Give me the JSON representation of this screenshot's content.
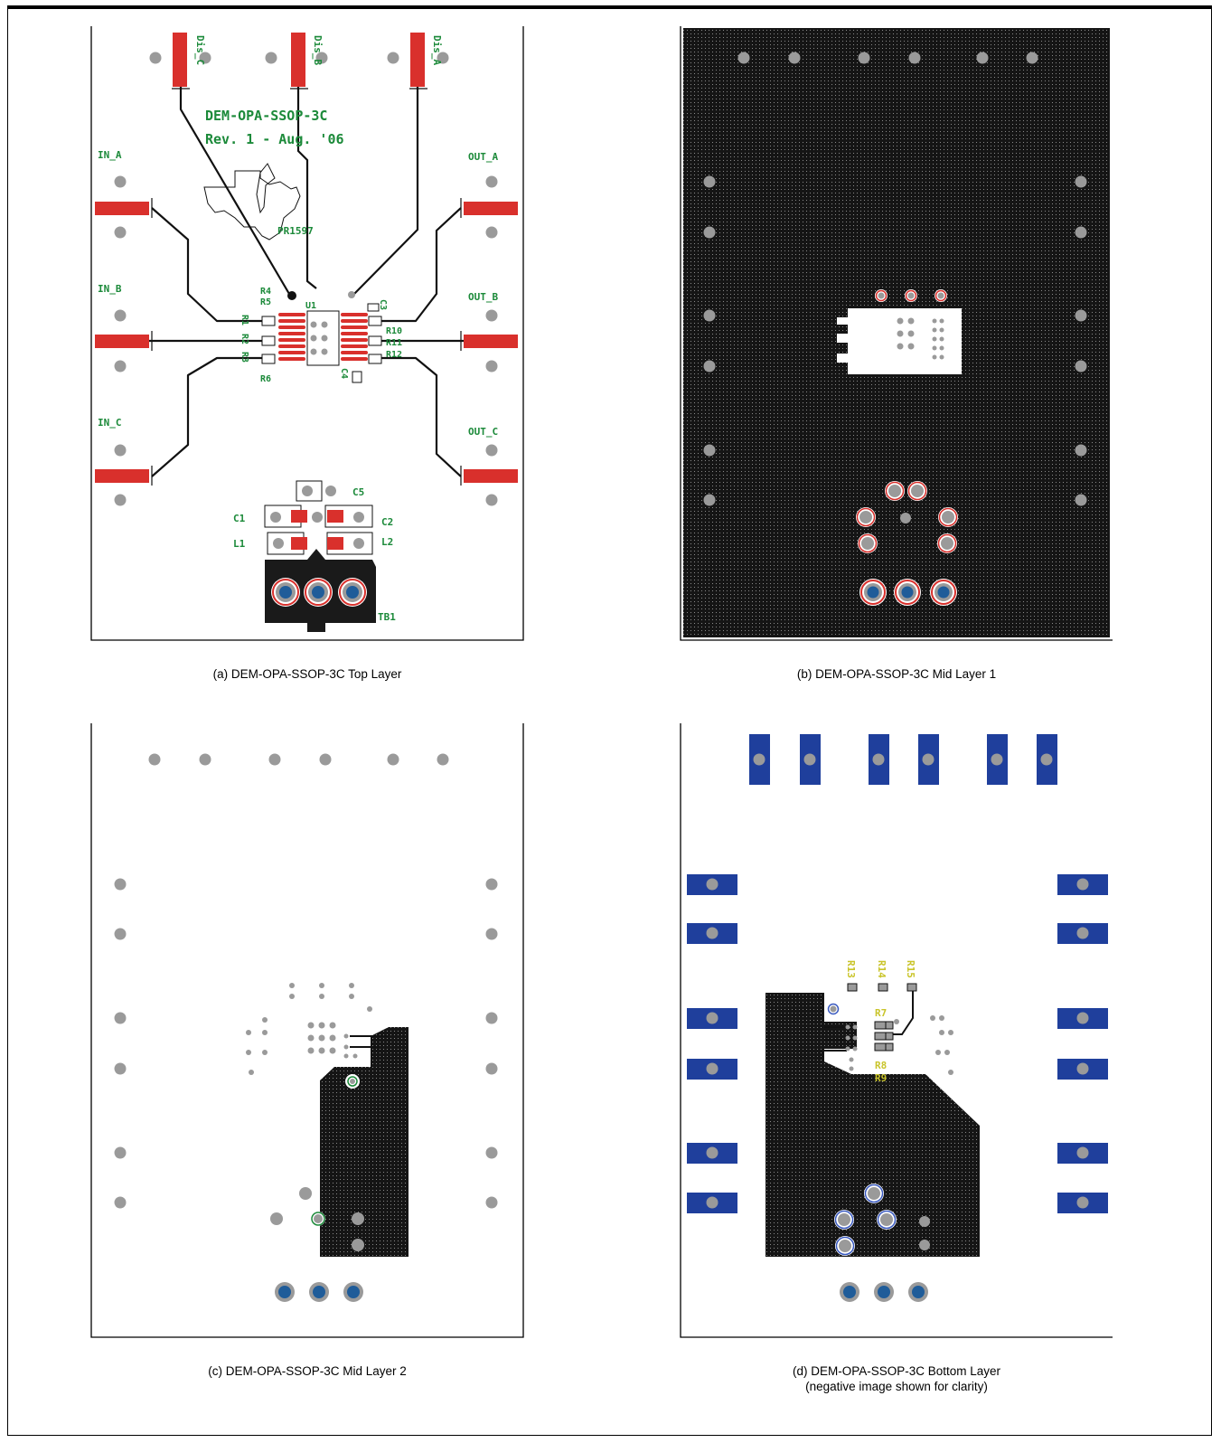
{
  "panels": {
    "a": {
      "caption": "(a) DEM-OPA-SSOP-3C Top Layer",
      "board_title": "DEM-OPA-SSOP-3C",
      "board_rev": "Rev. 1 - Aug. '06",
      "pr_number": "PR1597",
      "connectors": {
        "in_a": "IN_A",
        "in_b": "IN_B",
        "in_c": "IN_C",
        "out_a": "OUT_A",
        "out_b": "OUT_B",
        "out_c": "OUT_C",
        "dis_a": "Dis_A",
        "dis_b": "Dis_B",
        "dis_c": "Dis_C"
      },
      "designators": {
        "r1": "R1",
        "r2": "R2",
        "r3": "R3",
        "r4": "R4",
        "r5": "R5",
        "r6": "R6",
        "u1": "U1",
        "c3": "C3",
        "c4": "C4",
        "r10": "R10",
        "r11": "R11",
        "r12": "R12",
        "c5": "C5",
        "c1": "C1",
        "c2": "C2",
        "l1": "L1",
        "l2": "L2",
        "tb1": "TB1"
      }
    },
    "b": {
      "caption": "(b) DEM-OPA-SSOP-3C Mid Layer 1"
    },
    "c": {
      "caption": "(c) DEM-OPA-SSOP-3C Mid Layer 2"
    },
    "d": {
      "caption": "(d) DEM-OPA-SSOP-3C Bottom Layer",
      "caption_note": "(negative image shown for clarity)",
      "designators": {
        "r13": "R13",
        "r14": "R14",
        "r15": "R15",
        "r7": "R7",
        "r8": "R8",
        "r9": "R9"
      }
    }
  },
  "colors": {
    "trace": "#111111",
    "copper_pad_top": "#d9302c",
    "copper_pad_bottom": "#1f3f9c",
    "silkscreen_top": "#1c8a3a",
    "silkscreen_bottom": "#c9c42a",
    "via": "#9a9a9a",
    "through_hole": "#1f5c99",
    "ground_plane": "#151515"
  }
}
